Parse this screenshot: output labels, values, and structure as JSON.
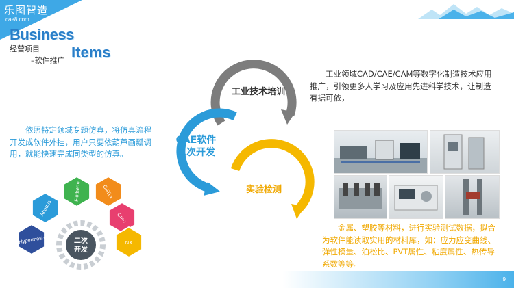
{
  "logo": {
    "name": "乐图智造",
    "site": "cae8.com"
  },
  "header": {
    "title_en_1": "Business",
    "title_cn": "经营项目",
    "title_en_2": "Items",
    "subtitle": "–软件推广"
  },
  "rings": {
    "training": "工业技术培训",
    "cae_line1": "CAE软件",
    "cae_line2": "二次开发",
    "test": "实验检测"
  },
  "paragraphs": {
    "training": "工业领域CAD/CAE/CAM等数字化制造技术应用推广，引领更多人学习及应用先进科学技术，让制造有据可依，",
    "cae": "依照特定领域专题仿真，将仿真流程开发成软件外挂，用户只要依葫芦画瓢调用，就能快速完成同类型的仿真。",
    "test": "金属、塑胶等材料，进行实验测试数据，拟合为软件能读取实用的材料库，如：应力应变曲线、弹性模量、泊松比、PVT属性、粘度属性、热传导系数等等。"
  },
  "software_wheel": {
    "center_line1": "二次",
    "center_line2": "开发",
    "segments": [
      "Hypermesh",
      "Abaqus",
      "Flotherm",
      "CATIA",
      "Creo",
      "NX"
    ]
  },
  "page_number": "9",
  "colors": {
    "blue": "#2b9bd9",
    "gray": "#7d7d7d",
    "yellow": "#f5b800",
    "header": "#3ea8e6"
  }
}
